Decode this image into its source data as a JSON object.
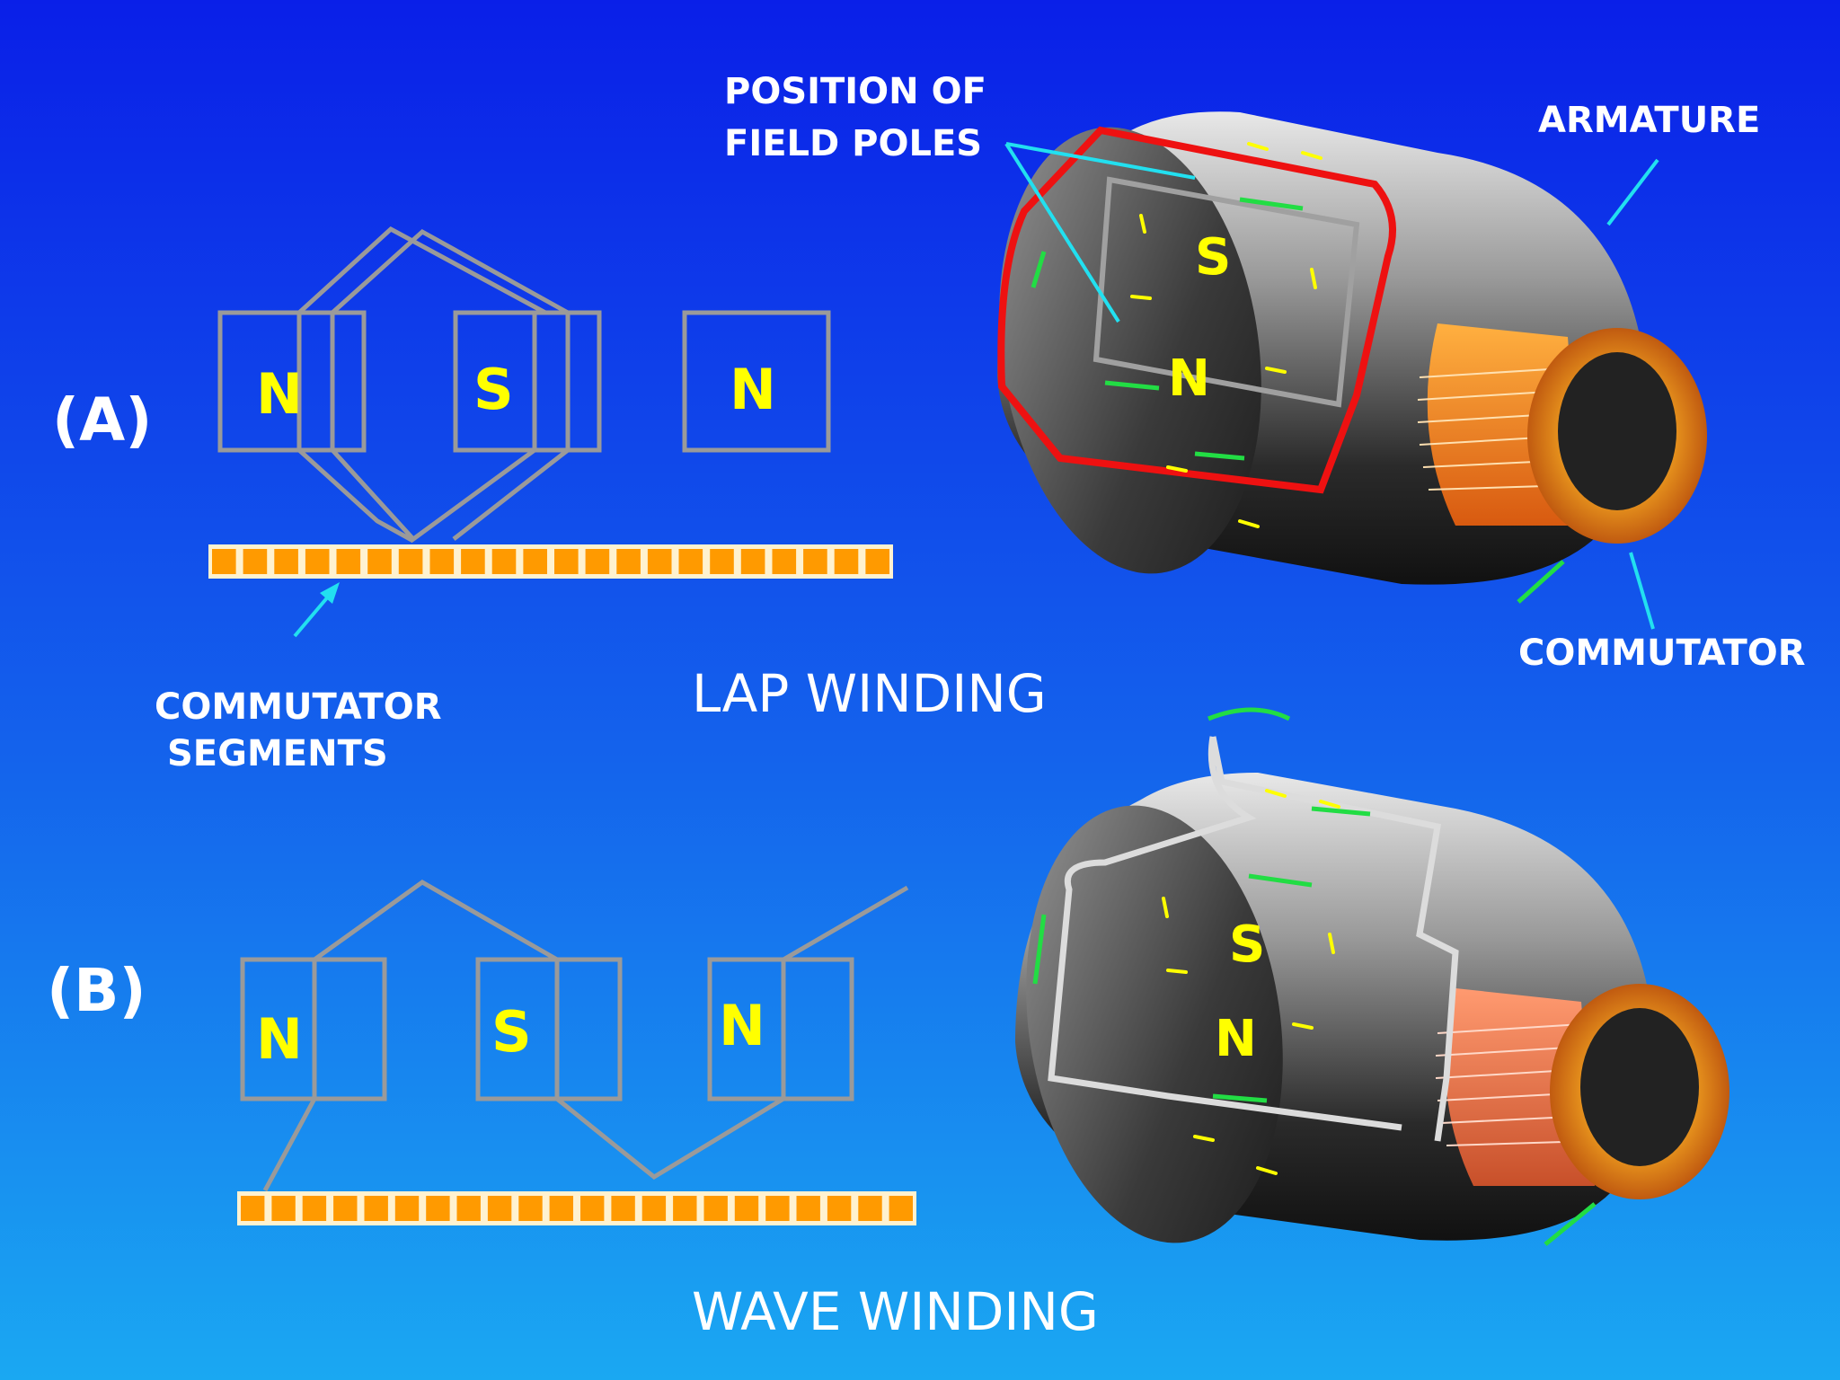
{
  "colors": {
    "background_top": "#0a1fe8",
    "background_bottom": "#1aa0f0",
    "pole_outline": "#9a9a9a",
    "pole_letter": "#ffff00",
    "commutator_segment": "#ff9a00",
    "pointer_arrow": "#22e0f0",
    "current_arrow": "#22dd44",
    "lap_coil": "#ee1111",
    "label_text": "#ffffff"
  },
  "diagram_a": {
    "label": "(A)",
    "poles": [
      "N",
      "S",
      "N"
    ],
    "title": "LAP WINDING",
    "commutator_label_line1": "COMMUTATOR",
    "commutator_label_line2": "SEGMENTS",
    "field_poles_label_line1": "POSITION OF",
    "field_poles_label_line2": "FIELD POLES",
    "armature_label": "ARMATURE",
    "commutator_label": "COMMUTATOR",
    "cylinder_poles": [
      "S",
      "N"
    ]
  },
  "diagram_b": {
    "label": "(B)",
    "poles": [
      "N",
      "S",
      "N"
    ],
    "title": "WAVE WINDING",
    "cylinder_poles": [
      "S",
      "N"
    ]
  },
  "icons": {
    "pointer": "cyan-arrow-icon",
    "current": "green-arrow-icon",
    "rotation": "curved-green-arrow-icon"
  }
}
